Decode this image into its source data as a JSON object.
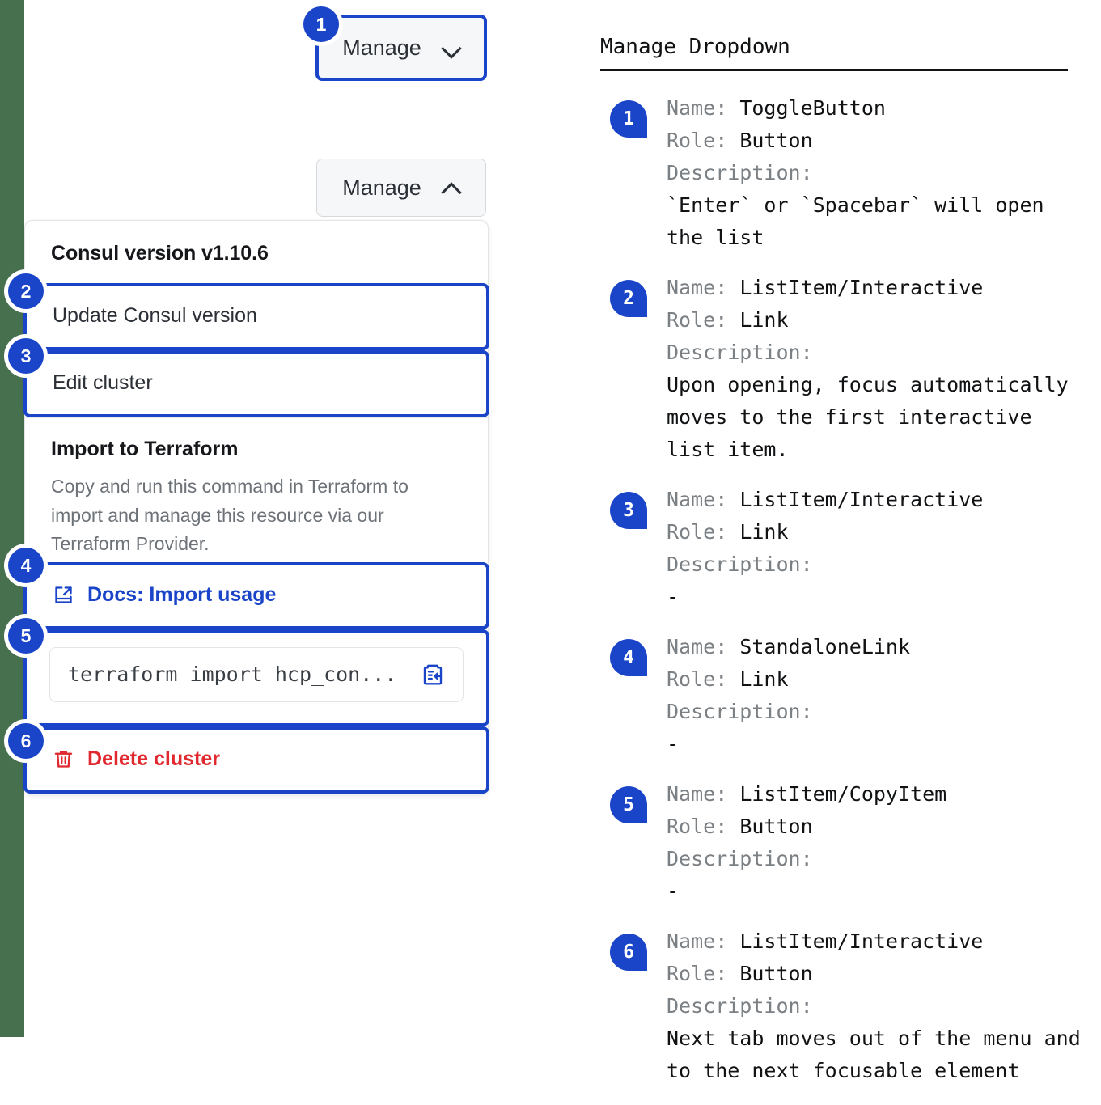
{
  "left_panel": {
    "toggle_collapsed": {
      "label": "Manage",
      "icon": "chevron-down-icon",
      "badge": "1"
    },
    "toggle_expanded": {
      "label": "Manage",
      "icon": "chevron-up-icon"
    },
    "dropdown": {
      "version_heading": "Consul version v1.10.6",
      "items": [
        {
          "label": "Update Consul version",
          "badge": "2"
        },
        {
          "label": "Edit cluster",
          "badge": "3"
        }
      ],
      "terraform": {
        "title": "Import to Terraform",
        "description": "Copy and run this command in Terraform to import and manage this resource via our Terraform Provider.",
        "docs_link": {
          "label": "Docs: Import usage",
          "icon": "docs-external-link-icon",
          "badge": "4"
        },
        "command": {
          "value": "terraform import hcp_con...",
          "copy_icon": "copy-clipboard-icon",
          "badge": "5"
        }
      },
      "delete": {
        "label": "Delete cluster",
        "icon": "trash-icon",
        "badge": "6"
      }
    }
  },
  "right_panel": {
    "title": "Manage Dropdown",
    "field_labels": {
      "name": "Name:",
      "role": "Role:",
      "description": "Description:"
    },
    "annotations": [
      {
        "badge": "1",
        "name": "ToggleButton",
        "role": "Button",
        "description": "`Enter` or `Spacebar` will open\nthe list"
      },
      {
        "badge": "2",
        "name": "ListItem/Interactive",
        "role": "Link",
        "description": "Upon opening, focus automatically\nmoves to the first interactive\nlist item."
      },
      {
        "badge": "3",
        "name": "ListItem/Interactive",
        "role": "Link",
        "description": "-"
      },
      {
        "badge": "4",
        "name": "StandaloneLink",
        "role": "Link",
        "description": "-"
      },
      {
        "badge": "5",
        "name": "ListItem/CopyItem",
        "role": "Button",
        "description": "-"
      },
      {
        "badge": "6",
        "name": "ListItem/Interactive",
        "role": "Button",
        "description": "Next tab moves out of the menu and\nto the next focusable element"
      }
    ]
  },
  "colors": {
    "accent_blue": "#1b45c8",
    "danger_red": "#e0282e",
    "edge_green": "#47704f",
    "muted_gray": "#7b8085"
  }
}
